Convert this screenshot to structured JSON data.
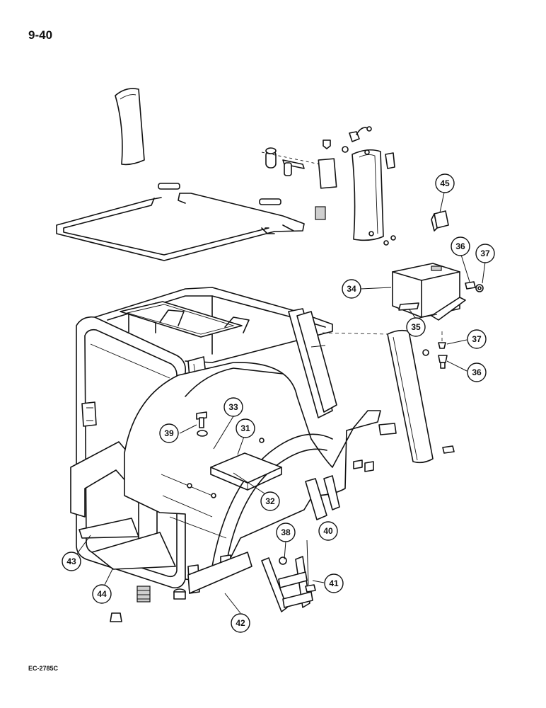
{
  "page": {
    "number": "9-40",
    "figure_code": "EC-2785C"
  },
  "callouts": [
    {
      "id": "c31",
      "label": "31"
    },
    {
      "id": "c32",
      "label": "32"
    },
    {
      "id": "c33",
      "label": "33"
    },
    {
      "id": "c34",
      "label": "34"
    },
    {
      "id": "c35",
      "label": "35"
    },
    {
      "id": "c36a",
      "label": "36"
    },
    {
      "id": "c36b",
      "label": "36"
    },
    {
      "id": "c37a",
      "label": "37"
    },
    {
      "id": "c37b",
      "label": "37"
    },
    {
      "id": "c38",
      "label": "38"
    },
    {
      "id": "c39",
      "label": "39"
    },
    {
      "id": "c40",
      "label": "40"
    },
    {
      "id": "c41",
      "label": "41"
    },
    {
      "id": "c42",
      "label": "42"
    },
    {
      "id": "c43",
      "label": "43"
    },
    {
      "id": "c44",
      "label": "44"
    },
    {
      "id": "c45",
      "label": "45"
    }
  ]
}
